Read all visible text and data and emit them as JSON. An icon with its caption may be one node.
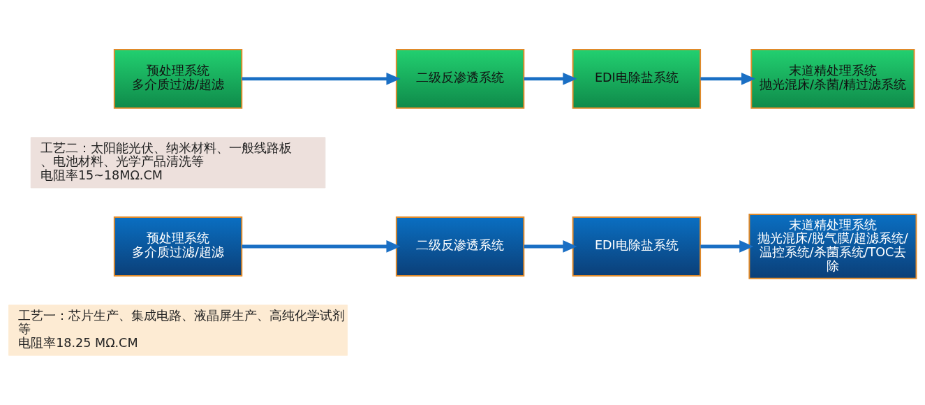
{
  "diagram": {
    "nodes": [
      {
        "text": [
          "工艺一：芯片生产、集成电路、液晶屏生产、高纯化学试剂等",
          "电阻率18.25 MΩ.CM"
        ]
      },
      {
        "text": [
          "预处理系统",
          "多介质过滤/超滤"
        ]
      },
      {
        "text": [
          "二级反渗透系统"
        ]
      },
      {
        "text": [
          "EDI电除盐系统"
        ]
      },
      {
        "text": [
          "末道精处理系统",
          "抛光混床/脱气膜/超滤系统/温控系统/杀菌系统/TOC去除"
        ]
      },
      {
        "text": [
          "工艺二：太阳能光伏、纳米材料、一般线路板、电池材料、光学产品清洗等",
          "电阻率15~18MΩ.CM"
        ]
      },
      {
        "text": [
          "预处理系统",
          "多介质过滤/超滤"
        ]
      },
      {
        "text": [
          "二级反渗透系统"
        ]
      },
      {
        "text": [
          "EDI电除盐系统"
        ]
      },
      {
        "text": [
          "末道精处理系统",
          "抛光混床/杀菌/精过滤系统"
        ]
      }
    ],
    "edges": [
      {
        "from": 1,
        "to": 2,
        "arrow": "to"
      },
      {
        "from": 2,
        "to": 3,
        "arrow": "to"
      },
      {
        "from": 3,
        "to": 4,
        "arrow": "to"
      },
      {
        "from": 6,
        "to": 7,
        "arrow": "to"
      },
      {
        "from": 7,
        "to": 8,
        "arrow": "to"
      },
      {
        "from": 8,
        "to": 9,
        "arrow": "to"
      }
    ]
  }
}
